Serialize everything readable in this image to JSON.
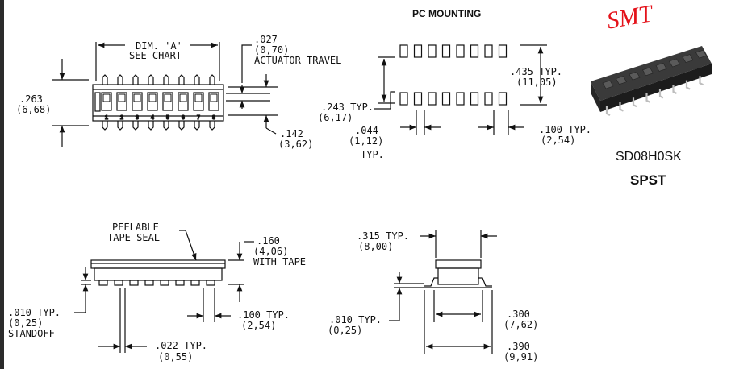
{
  "header": {
    "pc_mounting": "PC MOUNTING"
  },
  "badge": {
    "smt": "SMT",
    "color": "#e4121a"
  },
  "product": {
    "model": "SD08H0SK",
    "type": "SPST"
  },
  "top_view": {
    "dim_a_line1": "DIM. 'A'",
    "dim_a_line2": "SEE CHART",
    "travel_in": ".027",
    "travel_mm": "(0,70)",
    "travel_label": "ACTUATOR TRAVEL",
    "height_in": ".263",
    "height_mm": "(6,68)",
    "body_in": ".142",
    "body_mm": "(3,62)",
    "switch_numbers": [
      "1",
      "2",
      "3",
      "4",
      "5",
      "6",
      "7",
      "8"
    ]
  },
  "pcb": {
    "row_in": ".243 TYP.",
    "row_mm": "(6,17)",
    "span_in": ".435 TYP.",
    "span_mm": "(11,05)",
    "pad_in": ".044",
    "pad_mm": "(1,12)",
    "pad_typ": "TYP.",
    "pitch_in": ".100 TYP.",
    "pitch_mm": "(2,54)"
  },
  "side_view": {
    "seal_line1": "PEELABLE",
    "seal_line2": "TAPE SEAL",
    "tape_in": ".160",
    "tape_mm": "(4,06)",
    "tape_label": "WITH TAPE",
    "standoff_in": ".010 TYP.",
    "standoff_mm": "(0,25)",
    "standoff_label": "STANDOFF",
    "pitch_in": ".100 TYP.",
    "pitch_mm": "(2,54)",
    "lead_in": ".022 TYP.",
    "lead_mm": "(0,55)"
  },
  "end_view": {
    "width_in": ".315 TYP.",
    "width_mm": "(8,00)",
    "standoff_in": ".010 TYP.",
    "standoff_mm": "(0,25)",
    "inner_in": ".300",
    "inner_mm": "(7,62)",
    "outer_in": ".390",
    "outer_mm": "(9,91)"
  }
}
